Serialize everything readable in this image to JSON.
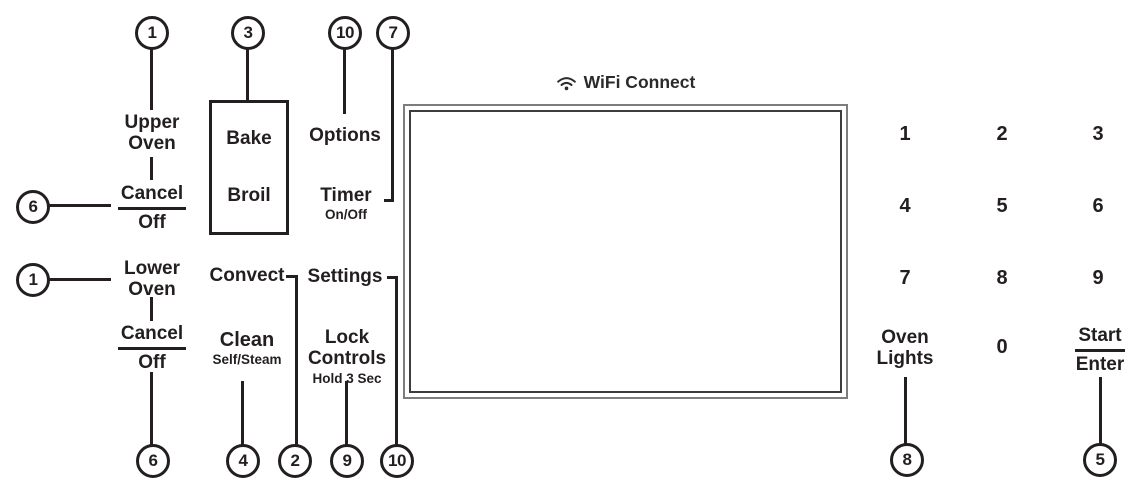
{
  "header": {
    "wifi_label": "WiFi Connect"
  },
  "controls": {
    "upper_oven": [
      "Upper",
      "Oven"
    ],
    "cancel_off_upper": [
      "Cancel",
      "Off"
    ],
    "lower_oven": [
      "Lower",
      "Oven"
    ],
    "cancel_off_lower": [
      "Cancel",
      "Off"
    ],
    "bake": "Bake",
    "broil": "Broil",
    "convect": "Convect",
    "clean": {
      "label": "Clean",
      "sub": "Self/Steam"
    },
    "options": "Options",
    "timer": {
      "label": "Timer",
      "sub": "On/Off"
    },
    "settings": "Settings",
    "lock_controls": {
      "label1": "Lock",
      "label2": "Controls",
      "sub": "Hold 3 Sec"
    }
  },
  "keypad": {
    "digits": [
      "1",
      "2",
      "3",
      "4",
      "5",
      "6",
      "7",
      "8",
      "9"
    ],
    "zero": "0",
    "oven_lights": [
      "Oven",
      "Lights"
    ],
    "start_enter": [
      "Start",
      "Enter"
    ]
  },
  "callouts": {
    "upper_oven": "1",
    "bake_broil": "3",
    "options": "10",
    "timer": "7",
    "cancel_upper": "6",
    "lower_oven": "1",
    "cancel_lower": "6",
    "clean": "4",
    "convect": "2",
    "lock_controls": "9",
    "settings": "10",
    "oven_lights": "8",
    "start_enter": "5"
  },
  "colors": {
    "ink": "#231f20",
    "display_border_outer": "#7d7d7d",
    "display_border_inner": "#3d3d3d"
  }
}
